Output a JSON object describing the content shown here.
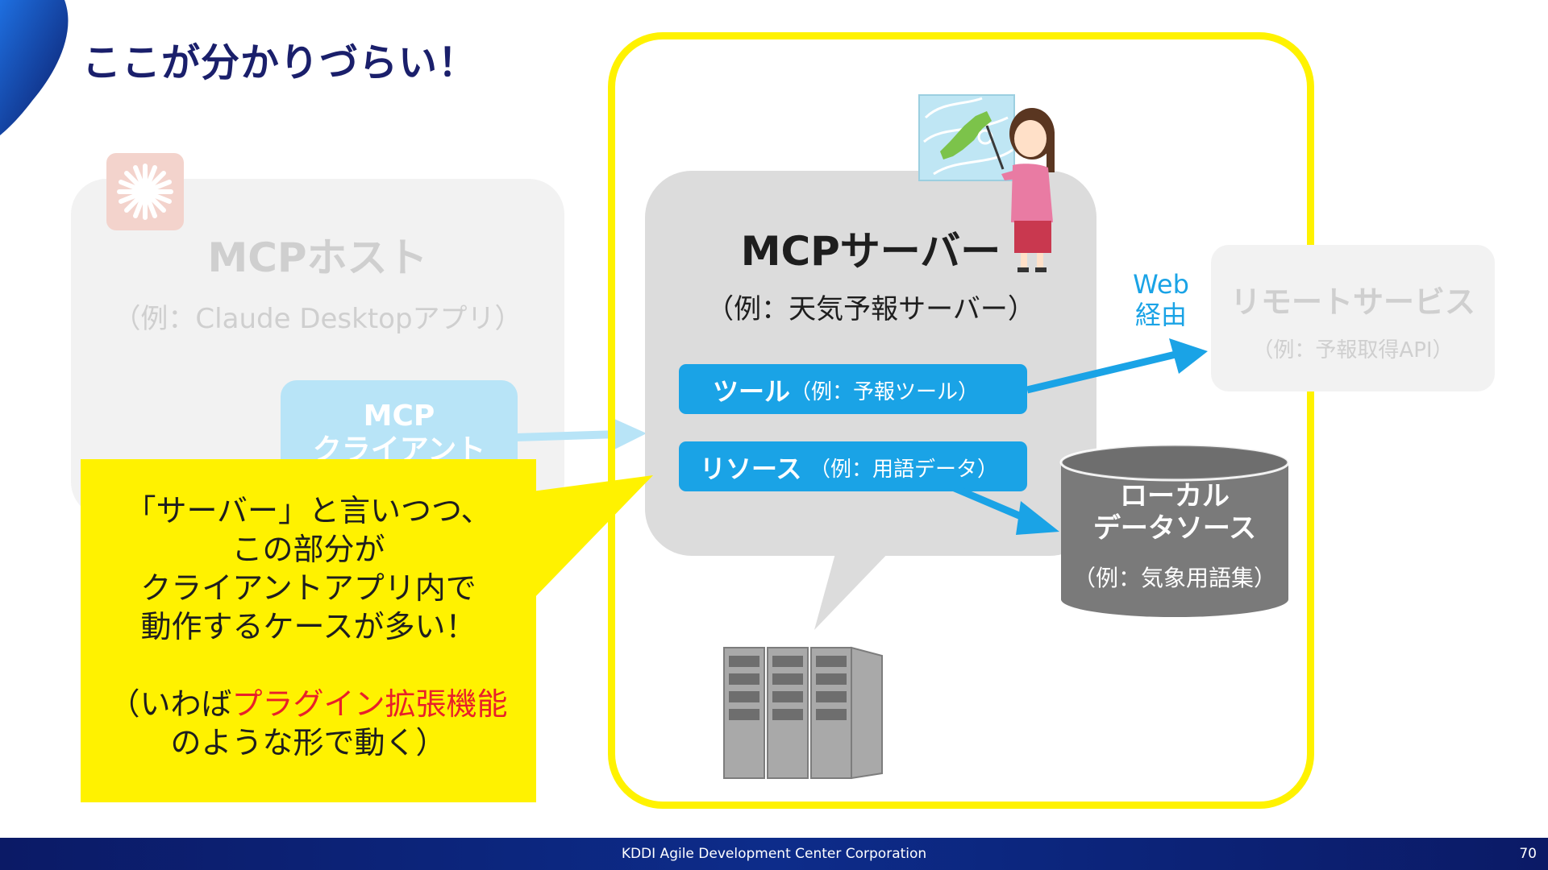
{
  "slide": {
    "title": "ここが分かりづらい！"
  },
  "host": {
    "title": "MCPホスト",
    "example": "（例：Claude Desktopアプリ）",
    "client_line1": "MCP",
    "client_line2": "クライアント"
  },
  "server": {
    "title": "MCPサーバー",
    "example": "（例：天気予報サーバー）",
    "tool_label": "ツール",
    "tool_example": "（例：予報ツール）",
    "resource_label": "リソース",
    "resource_example": "（例：用語データ）"
  },
  "web_label_line1": "Web",
  "web_label_line2": "経由",
  "remote": {
    "title": "リモートサービス",
    "example": "（例：予報取得API）"
  },
  "local_data": {
    "title_line1": "ローカル",
    "title_line2": "データソース",
    "example": "（例：気象用語集）"
  },
  "callout": {
    "line1": "「サーバー」と言いつつ、",
    "line2": "この部分が",
    "line3": "クライアントアプリ内で",
    "line4": "動作するケースが多い！",
    "line5_prefix": "（いわば",
    "line5_highlight": "プラグイン拡張機能",
    "line6": "のような形で動く）"
  },
  "footer": {
    "company": "KDDI Agile Development Center Corporation",
    "page": "70"
  },
  "colors": {
    "accent_blue": "#1aa3e6",
    "highlight_yellow": "#fff200",
    "title_navy": "#1a1f6b",
    "emphasis_red": "#e8202a",
    "dim_gray": "#cfcfcf"
  }
}
